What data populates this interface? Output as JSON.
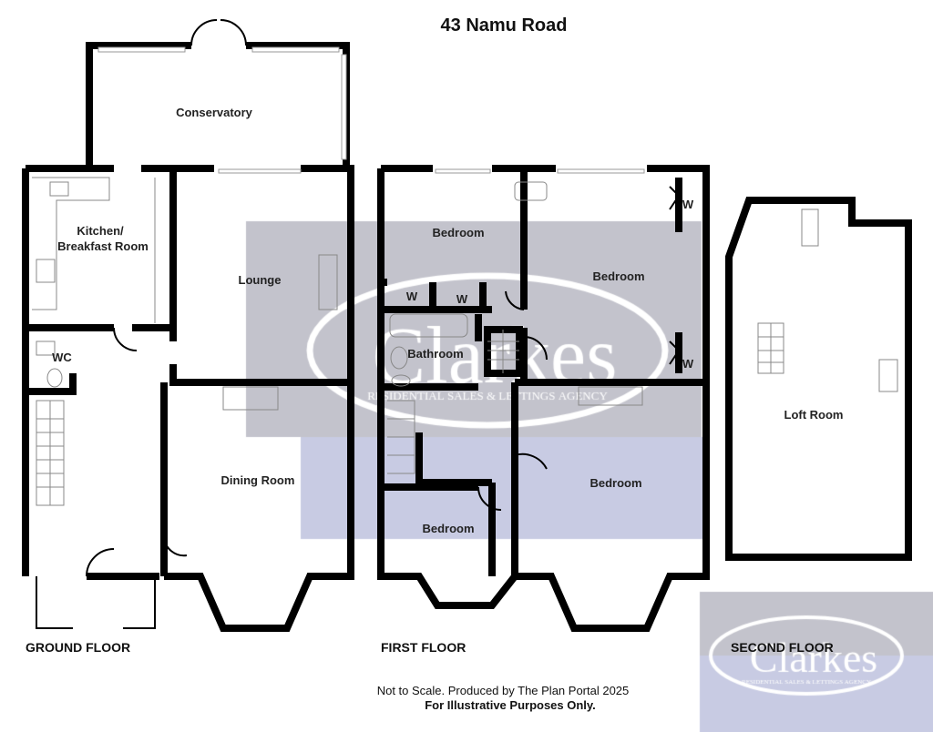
{
  "title": "43 Namu Road",
  "floors": {
    "ground": {
      "label": "GROUND FLOOR",
      "rooms": [
        "Conservatory",
        "Kitchen/",
        "Breakfast Room",
        "Lounge",
        "WC",
        "Dining Room"
      ]
    },
    "first": {
      "label": "FIRST FLOOR",
      "rooms": [
        "Bedroom",
        "Bedroom",
        "Bathroom",
        "Bedroom",
        "Bedroom"
      ],
      "wardrobes": [
        "W",
        "W",
        "W",
        "W"
      ]
    },
    "second": {
      "label": "SECOND FLOOR",
      "rooms": [
        "Loft Room"
      ]
    }
  },
  "footer": {
    "line1": "Not to Scale. Produced by The Plan Portal 2025",
    "line2": "For Illustrative Purposes Only."
  },
  "watermark": {
    "name": "Clarkes",
    "tagline": "RESIDENTIAL SALES & LETTINGS AGENCY",
    "colors": {
      "gray": "#c3c3cc",
      "blue": "#c8cbe3"
    }
  }
}
